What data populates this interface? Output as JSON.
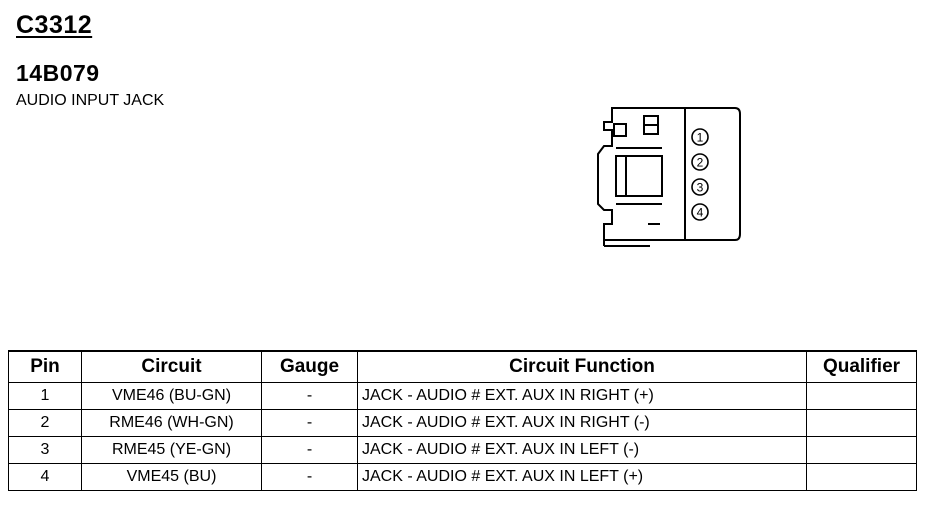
{
  "header": {
    "connector_id": "C3312",
    "part_number": "14B079",
    "description": "AUDIO INPUT JACK"
  },
  "diagram": {
    "pin_labels": [
      "1",
      "2",
      "3",
      "4"
    ]
  },
  "table": {
    "columns": [
      "Pin",
      "Circuit",
      "Gauge",
      "Circuit Function",
      "Qualifier"
    ],
    "rows": [
      {
        "pin": "1",
        "circuit": "VME46 (BU-GN)",
        "gauge": "-",
        "function": "JACK - AUDIO # EXT. AUX IN RIGHT (+)",
        "qualifier": ""
      },
      {
        "pin": "2",
        "circuit": "RME46 (WH-GN)",
        "gauge": "-",
        "function": "JACK - AUDIO # EXT. AUX IN RIGHT (-)",
        "qualifier": ""
      },
      {
        "pin": "3",
        "circuit": "RME45 (YE-GN)",
        "gauge": "-",
        "function": "JACK - AUDIO # EXT. AUX IN LEFT (-)",
        "qualifier": ""
      },
      {
        "pin": "4",
        "circuit": "VME45 (BU)",
        "gauge": "-",
        "function": "JACK - AUDIO # EXT. AUX IN LEFT (+)",
        "qualifier": ""
      }
    ]
  }
}
